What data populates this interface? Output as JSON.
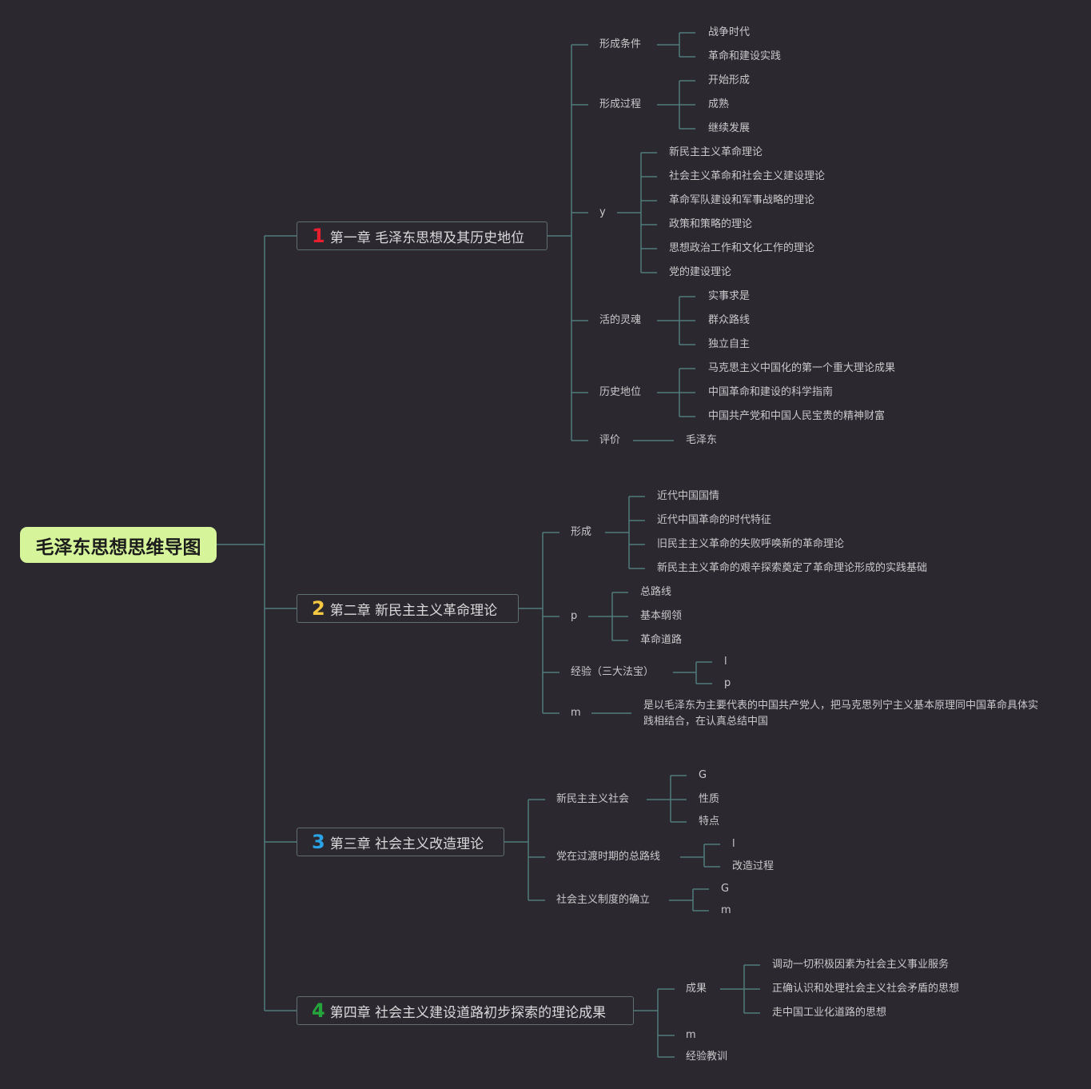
{
  "root": {
    "title": "毛泽东思想思维导图"
  },
  "colors": {
    "ch1": "#e8202e",
    "ch2": "#f5c842",
    "ch3": "#2aa3e6",
    "ch4": "#24a63c",
    "line": "#4f7a7a"
  },
  "ch1": {
    "num": "1",
    "title": "第一章 毛泽东思想及其历史地位",
    "conditions": {
      "label": "形成条件",
      "items": [
        "战争时代",
        "革命和建设实践"
      ]
    },
    "process": {
      "label": "形成过程",
      "items": [
        "开始形成",
        "成熟",
        "继续发展"
      ]
    },
    "content": {
      "label": "y",
      "items": [
        "新民主主义革命理论",
        "社会主义革命和社会主义建设理论",
        "革命军队建设和军事战略的理论",
        "政策和策略的理论",
        "思想政治工作和文化工作的理论",
        "党的建设理论"
      ]
    },
    "soul": {
      "label": "活的灵魂",
      "items": [
        "实事求是",
        "群众路线",
        "独立自主"
      ]
    },
    "status": {
      "label": "历史地位",
      "items": [
        "马克思主义中国化的第一个重大理论成果",
        "中国革命和建设的科学指南",
        "中国共产党和中国人民宝贵的精神财富"
      ]
    },
    "eval": {
      "label": "评价",
      "items": [
        "毛泽东"
      ]
    }
  },
  "ch2": {
    "num": "2",
    "title": "第二章 新民主主义革命理论",
    "formation": {
      "label": "形成",
      "items": [
        "近代中国国情",
        "近代中国革命的时代特征",
        "旧民主主义革命的失败呼唤新的革命理论",
        "新民主主义革命的艰辛探索奠定了革命理论形成的实践基础"
      ]
    },
    "p": {
      "label": "p",
      "items": [
        "总路线",
        "基本纲领",
        "革命道路"
      ]
    },
    "experience": {
      "label": "经验（三大法宝）",
      "items": [
        "l",
        "p"
      ]
    },
    "m": {
      "label": "m",
      "text": "是以毛泽东为主要代表的中国共产党人，把马克思列宁主义基本原理同中国革命具体实践相结合，在认真总结中国"
    }
  },
  "ch3": {
    "num": "3",
    "title": "第三章 社会主义改造理论",
    "society": {
      "label": "新民主主义社会",
      "items": [
        "G",
        "性质",
        "特点"
      ]
    },
    "line": {
      "label": "党在过渡时期的总路线",
      "items": [
        "l",
        "改造过程"
      ]
    },
    "system": {
      "label": "社会主义制度的确立",
      "items": [
        "G",
        "m"
      ]
    }
  },
  "ch4": {
    "num": "4",
    "title": "第四章 社会主义建设道路初步探索的理论成果",
    "results": {
      "label": "成果",
      "items": [
        "调动一切积极因素为社会主义事业服务",
        "正确认识和处理社会主义社会矛盾的思想",
        "走中国工业化道路的思想"
      ]
    },
    "m": {
      "label": "m"
    },
    "lessons": {
      "label": "经验教训"
    }
  }
}
